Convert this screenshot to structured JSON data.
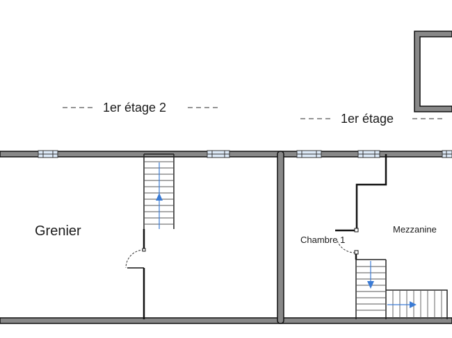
{
  "plan": {
    "levels": [
      {
        "label": "1er étage 2"
      },
      {
        "label": "1er étage"
      }
    ],
    "rooms": [
      {
        "label": "Grenier"
      },
      {
        "label": "Chambre 1"
      },
      {
        "label": "Mezzanine"
      }
    ],
    "colors": {
      "wall_fill": "#888888",
      "wall_stroke": "#111111",
      "stair_arrow": "#3a7bd5",
      "window_fill": "#dce9f7"
    },
    "icons": [
      "stair-up-arrow-icon",
      "stair-down-arrow-icon",
      "stair-right-arrow-icon",
      "door-swing-icon"
    ]
  }
}
